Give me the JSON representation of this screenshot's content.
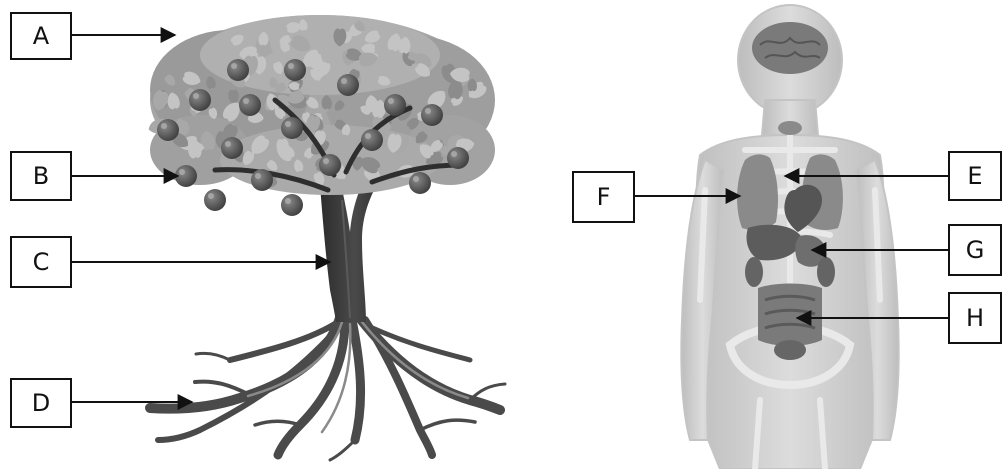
{
  "tree_labels": [
    {
      "letter": "A"
    },
    {
      "letter": "B"
    },
    {
      "letter": "C"
    },
    {
      "letter": "D"
    }
  ],
  "body_labels": [
    {
      "letter": "E"
    },
    {
      "letter": "F"
    },
    {
      "letter": "G"
    },
    {
      "letter": "H"
    }
  ],
  "colors": {
    "line": "#111111",
    "tree_trunk": "#3c3c3c",
    "leaf_light": "#b4b4b4",
    "leaf_dark": "#6e6e6e",
    "fruit": "#555555",
    "body_outline": "#c2c2c2",
    "body_fill": "#d6d6d6",
    "organ": "#6a6a6a"
  }
}
